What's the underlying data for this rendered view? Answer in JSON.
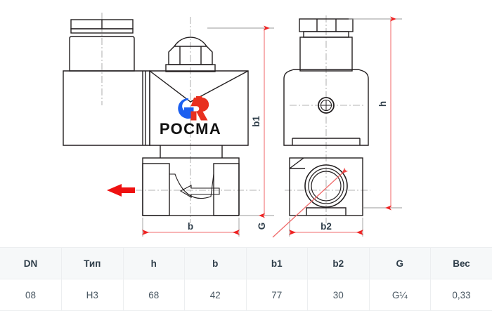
{
  "drawing": {
    "brand": {
      "logo_name": "rosma-logo",
      "logo_text": "РОСМА",
      "logo_mark_left_color": "#1b5ff0",
      "logo_mark_right_color": "#e8301f"
    },
    "dimension_labels": {
      "b1": "b1",
      "b": "b",
      "h": "h",
      "b2": "b2",
      "G": "G"
    },
    "annotations": {
      "flow_arrow_color": "#ee1111",
      "dimension_line_color": "#f4898a",
      "leader_line_color": "#f06a6a",
      "outline_color": "#231f20",
      "centerline_color": "#8a8a8a"
    }
  },
  "table": {
    "headers": [
      "DN",
      "Тип",
      "h",
      "b",
      "b1",
      "b2",
      "G",
      "Вес"
    ],
    "rows": [
      [
        "08",
        "Н3",
        "68",
        "42",
        "77",
        "30",
        "G¼",
        "0,33"
      ]
    ]
  }
}
